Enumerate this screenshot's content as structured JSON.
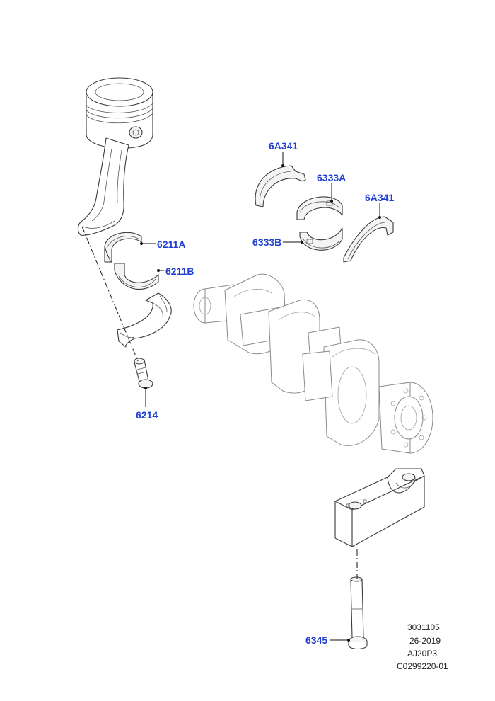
{
  "callouts": [
    {
      "id": "6A341-left",
      "text": "6A341"
    },
    {
      "id": "6333A",
      "text": "6333A"
    },
    {
      "id": "6A341-right",
      "text": "6A341"
    },
    {
      "id": "6333B",
      "text": "6333B"
    },
    {
      "id": "6211A",
      "text": "6211A"
    },
    {
      "id": "6211B",
      "text": "6211B"
    },
    {
      "id": "6214",
      "text": "6214"
    },
    {
      "id": "6345",
      "text": "6345"
    }
  ],
  "info_block": [
    "3031105",
    "26-2019",
    "AJ20P3",
    "C0299220-01"
  ],
  "colors": {
    "label": "#1f3fd1",
    "line": "#3a3a3a",
    "crank": "#8a8a8a"
  }
}
